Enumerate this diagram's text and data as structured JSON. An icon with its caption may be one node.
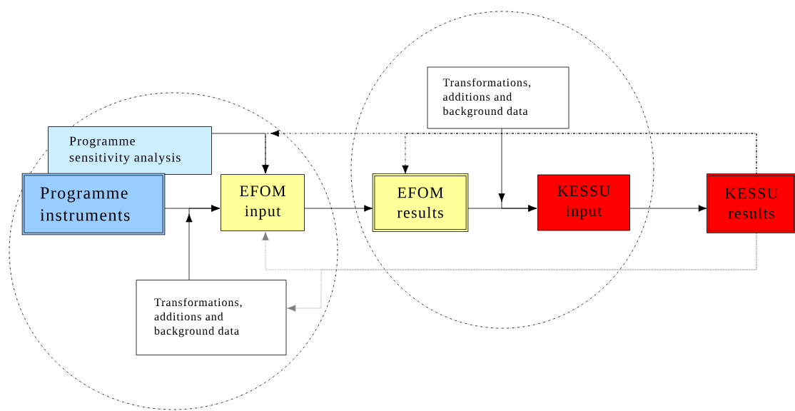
{
  "diagram": {
    "nodes": [
      {
        "text": [
          "Programme sensitivity analysis"
        ]
      },
      {
        "text": [
          "Programme instruments"
        ]
      },
      {
        "text": [
          "EFOM input"
        ]
      },
      {
        "text": [
          "Transformations, additions and background data"
        ]
      },
      {
        "text": [
          "EFOM results"
        ]
      },
      {
        "text": [
          "Transformations, additions and background data"
        ]
      },
      {
        "text": [
          "KESSU input"
        ]
      },
      {
        "text": [
          "KESSU results"
        ]
      }
    ],
    "edges": [
      {
        "from": 0,
        "to": 2,
        "arrow": "to"
      },
      {
        "from": 1,
        "to": 2,
        "arrow": "to"
      },
      {
        "from": 3,
        "to": 2,
        "arrow": "to"
      },
      {
        "from": 2,
        "to": 4,
        "arrow": "to"
      },
      {
        "from": 4,
        "to": 6,
        "arrow": "to"
      },
      {
        "from": 5,
        "to": 6,
        "arrow": "to"
      },
      {
        "from": 6,
        "to": 7,
        "arrow": "to"
      },
      {
        "from": 7,
        "to": 2,
        "arrow": "to",
        "style": "dashed"
      },
      {
        "from": 7,
        "to": 4,
        "arrow": "to",
        "style": "dashed"
      },
      {
        "from": 7,
        "to": 2,
        "arrow": "to",
        "style": "dashed",
        "color": "#808080"
      },
      {
        "from": 7,
        "to": 3,
        "arrow": "to",
        "style": "dashed",
        "color": "#808080"
      }
    ]
  }
}
